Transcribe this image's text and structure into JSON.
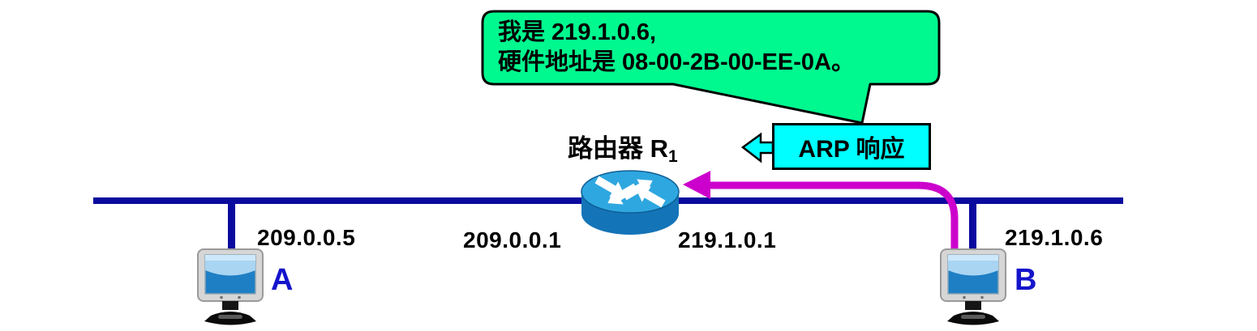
{
  "colors": {
    "bubble_green": "#00F98F",
    "cyan": "#00FFFF",
    "navy": "#0A0A9E",
    "magenta": "#CC00CC",
    "host_label_blue": "#1414CC",
    "router_top_blue": "#2EA7E0",
    "router_side_blue": "#1474B8",
    "text_black": "#000000"
  },
  "callout": {
    "line1": "我是 219.1.0.6,",
    "line2": "硬件地址是 08-00-2B-00-EE-0A。"
  },
  "arp_badge": {
    "label": "ARP 响应"
  },
  "router": {
    "label": "路由器 R",
    "label_sub": "1"
  },
  "interfaces": {
    "host_a_ip": "209.0.0.5",
    "router_left_ip": "209.0.0.1",
    "router_right_ip": "219.1.0.1",
    "host_b_ip": "219.1.0.6"
  },
  "hosts": {
    "a": "A",
    "b": "B"
  }
}
